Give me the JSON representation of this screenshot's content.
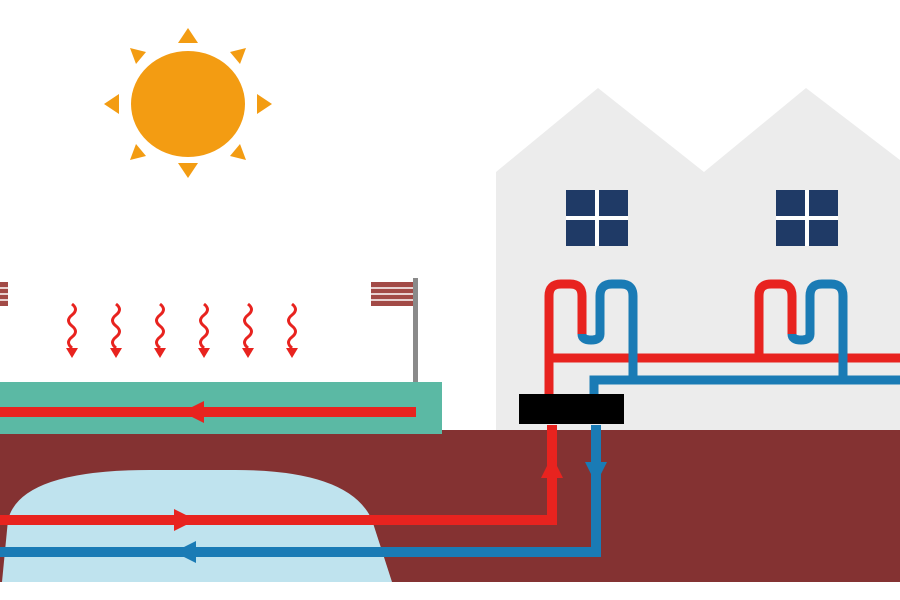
{
  "colors": {
    "background": "#ffffff",
    "sun": "#f39c12",
    "soil": "#843232",
    "aquifer": "#bfe3ee",
    "pavement": "#5bb9a4",
    "house": "#ececec",
    "window": "#1f3a66",
    "window_frame": "#ffffff",
    "hot_pipe": "#e8231f",
    "cold_pipe": "#1a7bb5",
    "heat_pump": "#000000",
    "pole": "#8a8a8a",
    "flag": "#a24a46"
  },
  "icons": {
    "sun": "sun-icon",
    "heat_waves": "heat-wave-icon",
    "flag_left": "flag-icon",
    "flag_right": "flag-icon",
    "heat_pump": "heat-exchanger-unit",
    "window": "window-icon"
  },
  "heat_waves_count": 6,
  "houses_count": 2
}
